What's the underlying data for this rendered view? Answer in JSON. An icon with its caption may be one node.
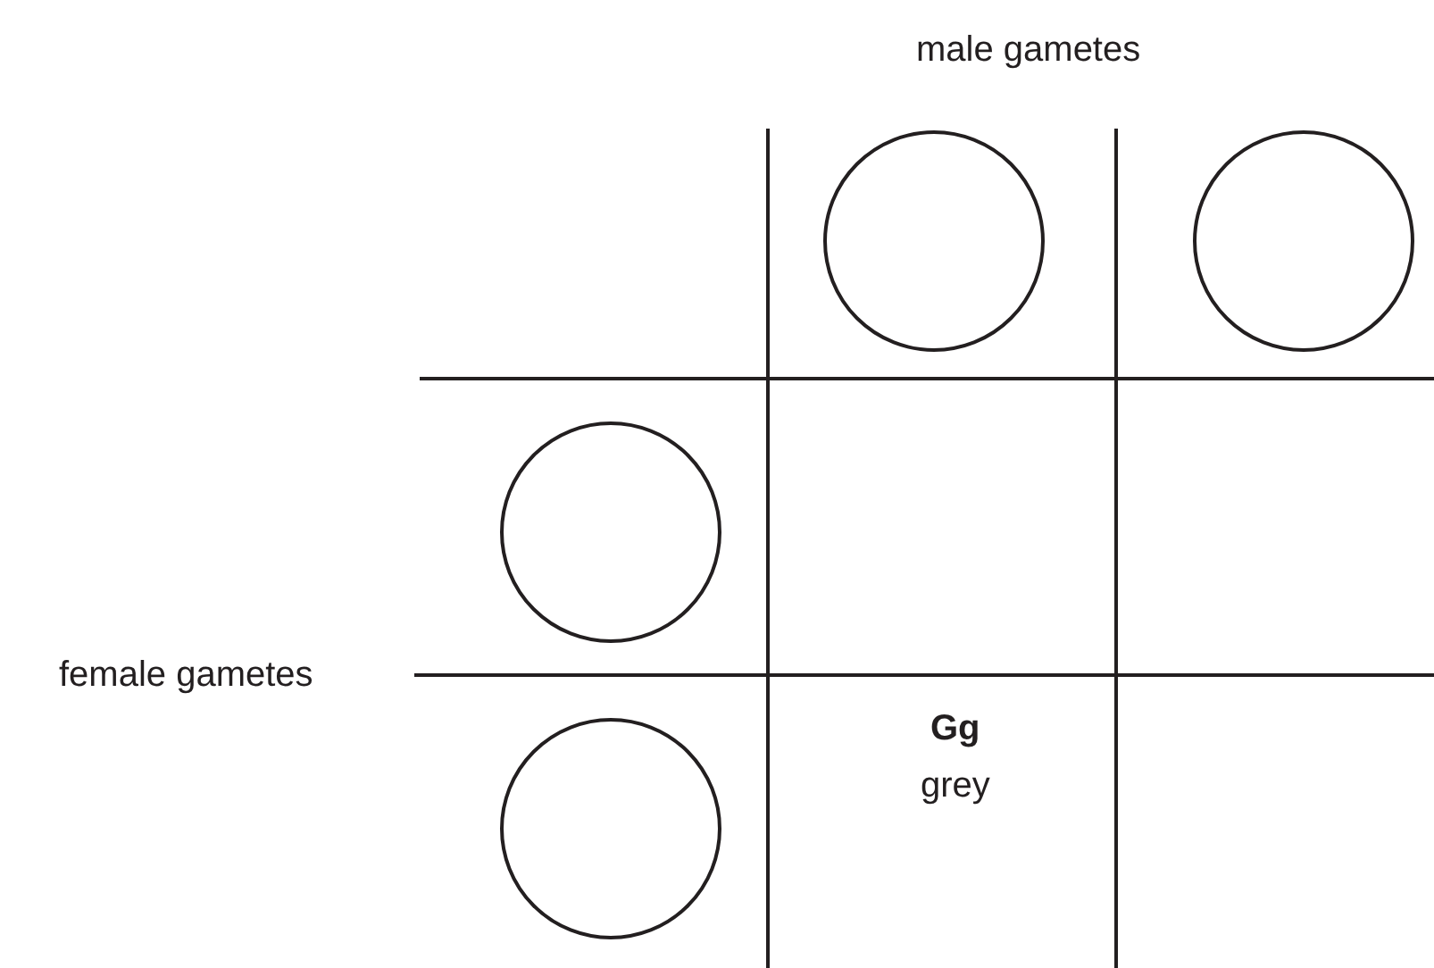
{
  "diagram": {
    "nodes": [
      {
        "text": [],
        "shape": "circle"
      },
      {
        "text": [],
        "shape": "circle"
      },
      {
        "text": [],
        "shape": "circle"
      },
      {
        "text": [],
        "shape": "circle"
      }
    ],
    "labels": [
      "male gametes",
      "female gametes",
      "Gg",
      "grey"
    ]
  }
}
